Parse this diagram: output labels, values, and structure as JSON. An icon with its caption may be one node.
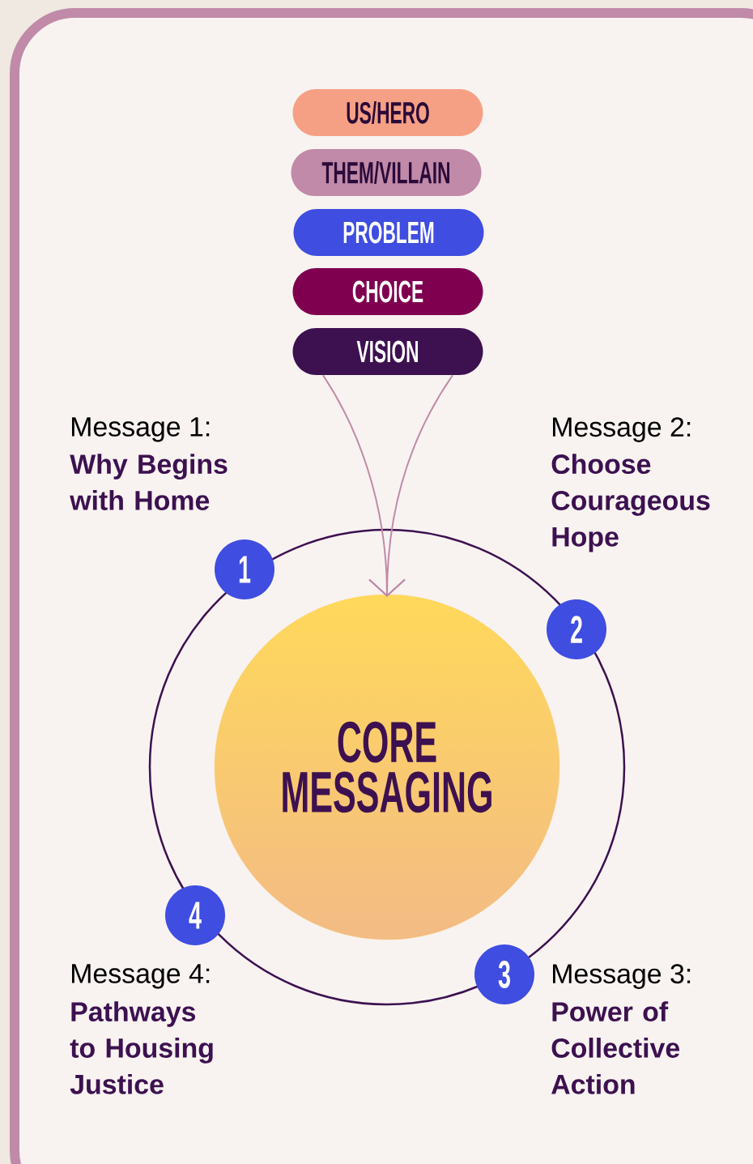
{
  "diagram": {
    "nodes": [
      {
        "text": [
          "US/HERO"
        ]
      },
      {
        "text": [
          "THEM/VILLAIN"
        ]
      },
      {
        "text": [
          "PROBLEM"
        ]
      },
      {
        "text": [
          "CHOICE"
        ]
      },
      {
        "text": [
          "VISION"
        ]
      },
      {
        "text": [
          "CORE MESSAGING"
        ]
      },
      {
        "text": [
          "1"
        ],
        "beside": [
          "Message 1:",
          "Why Begins with Home"
        ]
      },
      {
        "text": [
          "2"
        ],
        "beside": [
          "Message 2:",
          "Choose Courageous Hope"
        ]
      },
      {
        "text": [
          "3"
        ],
        "beside": [
          "Message 3:",
          "Power of Collective Action"
        ]
      },
      {
        "text": [
          "4"
        ],
        "beside": [
          "Message 4:",
          "Pathways to Housing Justice"
        ]
      }
    ],
    "edges": [
      {
        "from": 4,
        "to": 5,
        "arrow": "to"
      },
      {
        "from": 4,
        "to": 5,
        "arrow": "to"
      }
    ]
  }
}
